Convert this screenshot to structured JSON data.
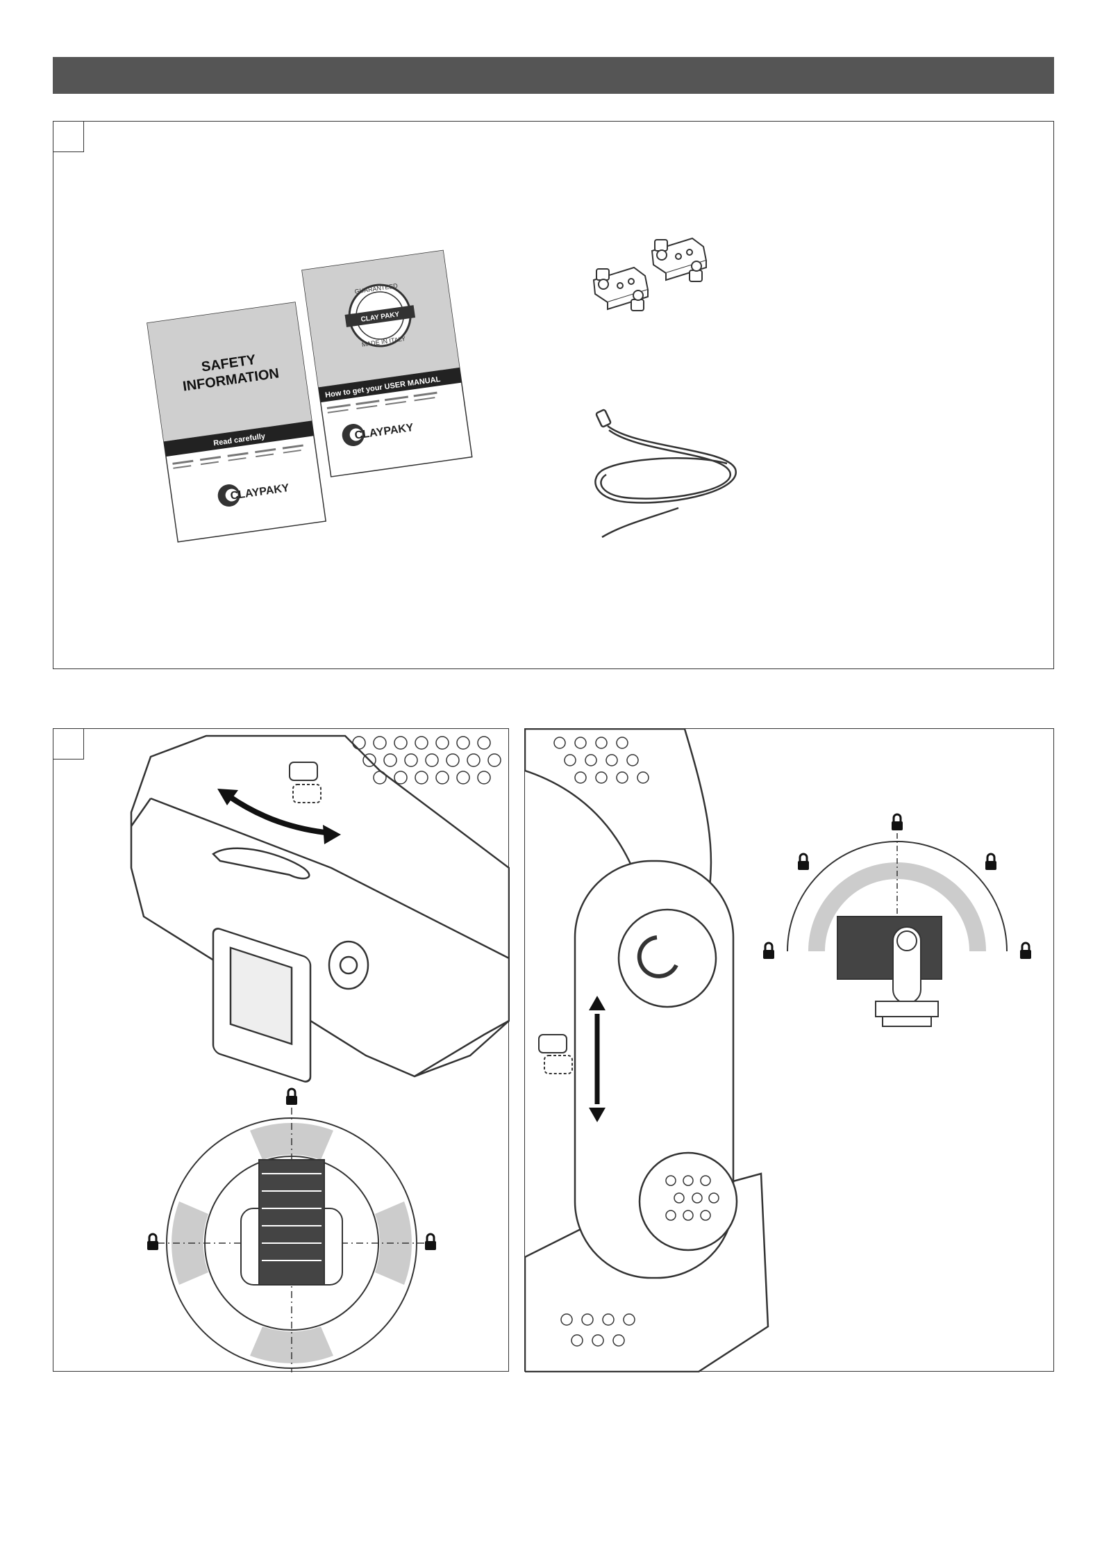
{
  "header": {
    "title": ""
  },
  "panels": {
    "a": {
      "tag": ""
    },
    "b": {
      "tag": ""
    },
    "c": {
      "tag": ""
    }
  },
  "safety_booklet": {
    "title_line1": "SAFETY",
    "title_line2": "INFORMATION",
    "band_text": "Read carefully",
    "brand": "CLAYPAKY"
  },
  "manual_booklet": {
    "seal_top": "GUARANTEED",
    "seal_brand": "CLAY PAKY",
    "seal_bottom": "MADE IN ITALY",
    "band_text": "How to get your USER MANUAL",
    "brand": "CLAYPAKY"
  },
  "icons": [
    "lock-icon",
    "rotate-arrow-icon",
    "tilt-arrow-icon"
  ]
}
